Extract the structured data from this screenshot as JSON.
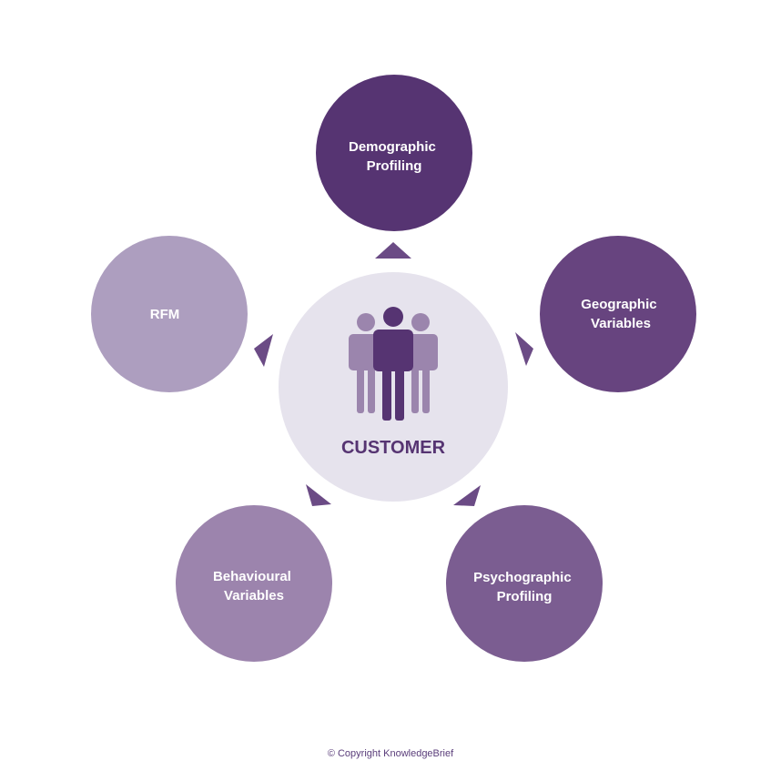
{
  "center": {
    "label": "CUSTOMER",
    "fill": "#e6e3ed",
    "label_color": "#563472",
    "icon": "people-group-icon",
    "icon_front_color": "#563472",
    "icon_back_color": "#9b85ad"
  },
  "nodes": [
    {
      "id": "demographic-profiling",
      "lines": [
        "Demographic",
        "Profiling"
      ],
      "fill": "#563472"
    },
    {
      "id": "geographic-variables",
      "lines": [
        "Geographic",
        "Variables"
      ],
      "fill": "#67447f"
    },
    {
      "id": "psychographic-profiling",
      "lines": [
        "Psychographic",
        "Profiling"
      ],
      "fill": "#7b5d91"
    },
    {
      "id": "behavioural-variables",
      "lines": [
        "Behavioural",
        "Variables"
      ],
      "fill": "#9c84ad"
    },
    {
      "id": "rfm",
      "lines": [
        "RFM"
      ],
      "fill": "#ad9ebf"
    }
  ],
  "arrow_color": "#6b4b85",
  "copyright": "© Copyright KnowledgeBrief"
}
